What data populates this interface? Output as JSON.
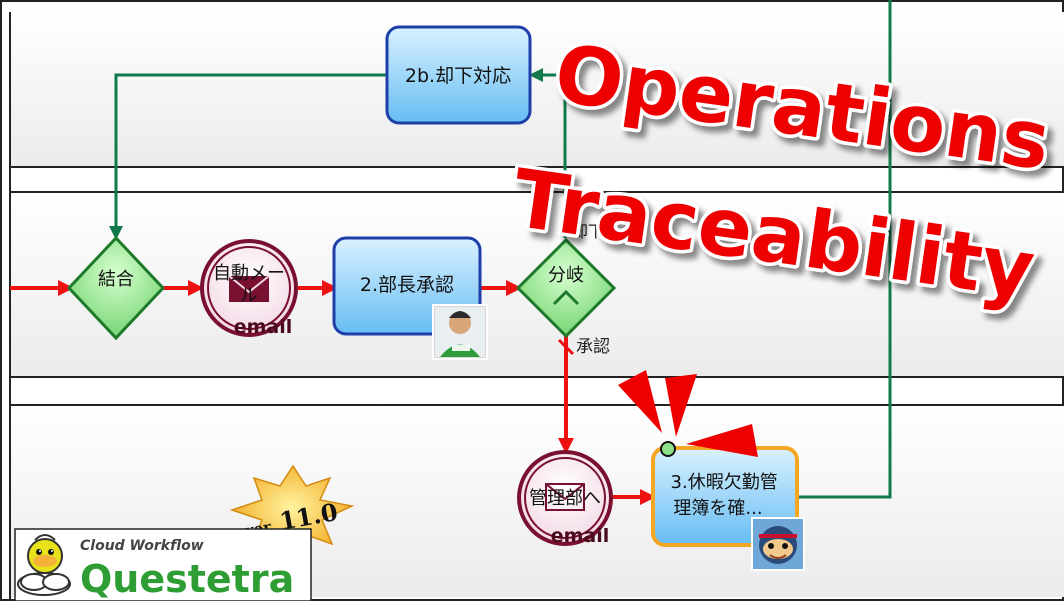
{
  "diagram": {
    "tasks": {
      "reject": "2b.却下対応",
      "manager": "2.部長承認",
      "attendance": "3.休暇欠勤管理簿を確..."
    },
    "gateways": {
      "join": "結合",
      "branch": "分岐"
    },
    "events": {
      "auto_mail_line1": "自動メー",
      "auto_mail_line2": "ル",
      "admin_mail": "管理部へ",
      "email_label": "email"
    },
    "flow_labels": {
      "rejected": "却下",
      "approved": "承認"
    }
  },
  "overlay": {
    "headline_line1": "Operations",
    "headline_line2": "Traceability"
  },
  "badge": {
    "ver_prefix": "ver",
    "ver_number": "11.0"
  },
  "logo": {
    "tagline": "Cloud Workflow",
    "name": "Questetra"
  },
  "colors": {
    "flow_red": "#ee1111",
    "flow_green": "#127a4a",
    "task_border": "#1e3fa8",
    "task_fill": "#7fc8f5",
    "gateway_fill": "#8ee08a",
    "event_border": "#7a1030",
    "highlight_border": "#f5a623",
    "headline_red": "#ee0000",
    "logo_green": "#2e9e34"
  },
  "icons": [
    "avatar-photo",
    "ninja-avatar",
    "envelope-icon",
    "arrow-marker"
  ]
}
